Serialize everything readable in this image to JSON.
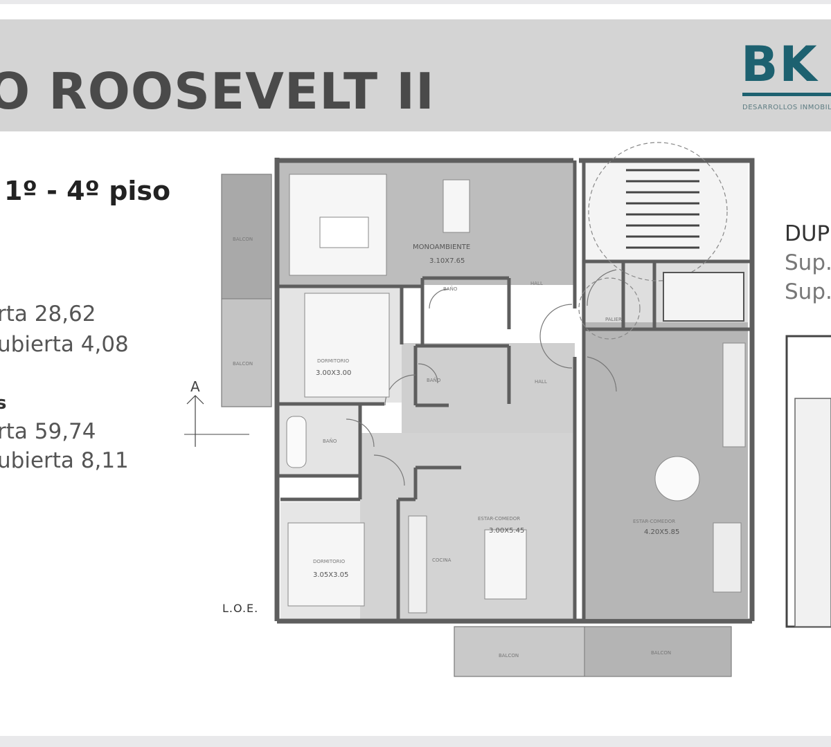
{
  "header": {
    "title": "O ROOSEVELT II",
    "logo": {
      "text": "BK",
      "subtitle": "DESARROLLOS INMOBIL"
    }
  },
  "left_panel": {
    "floor": "1º - 4º piso",
    "stat1": "rta 28,62",
    "stat2": "ubierta 4,08",
    "section2_label": "s",
    "stat3": "rta 59,74",
    "stat4": "ubierta 8,11"
  },
  "right_panel": {
    "heading": "DUP",
    "sup1": "Sup.",
    "sup2": "Sup."
  },
  "plan": {
    "loe": "L.O.E.",
    "north_label": "A",
    "rooms": {
      "monoambiente": "MONOAMBIENTE",
      "monoambiente_dim": "3.10X7.65",
      "dormitorio1": "DORMITORIO",
      "dormitorio1_dim": "3.00X3.00",
      "dormitorio2": "DORMITORIO",
      "dormitorio2_dim": "3.05X3.05",
      "estar1": "ESTAR-COMEDOR",
      "estar1_dim": "3.00X5.45",
      "estar2": "ESTAR-COMEDOR",
      "estar2_dim": "4.20X5.85",
      "cocina": "COCINA",
      "bano1": "BAÑO",
      "bano2": "BAÑO",
      "bano3": "BAÑO",
      "hall1": "HALL",
      "hall2": "HALL",
      "palier": "PALIER",
      "balcon_left_top": "BALCON",
      "balcon_left_bottom": "BALCON",
      "balcon_bottom_left": "BALCON",
      "balcon_bottom_right": "BALCON"
    }
  },
  "colors": {
    "banner": "#d4d4d4",
    "logo": "#1d6170",
    "wall": "#666666",
    "floor_dark": "#b9b9b9",
    "floor_mid": "#cfcfcf",
    "floor_light": "#e2e2e2"
  }
}
